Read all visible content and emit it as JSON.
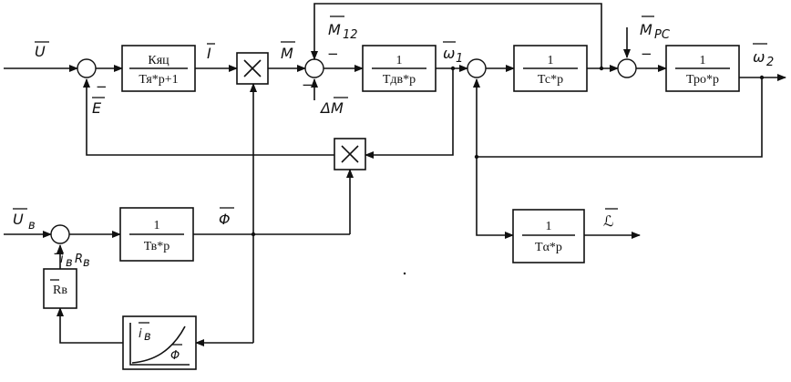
{
  "blocks": {
    "armature": {
      "num": "Кяц",
      "den": "Тя*p+1"
    },
    "motor": {
      "num": "1",
      "den": "Тдв*p"
    },
    "gear": {
      "num": "1",
      "den": "Тс*p"
    },
    "load": {
      "num": "1",
      "den": "Тро*p"
    },
    "field": {
      "num": "1",
      "den": "Тв*p"
    },
    "angle": {
      "num": "1",
      "den": "Тα*p"
    },
    "rb": {
      "label": "Rв"
    }
  },
  "signals": {
    "u": "U",
    "i": "I",
    "m": "M",
    "e": "E",
    "m12": "M",
    "m12_sub": "12",
    "dm": "ΔM",
    "w1": "ω",
    "w1_sub": "1",
    "mpc": "M",
    "mpc_sub": "PC",
    "w2": "ω",
    "w2_sub": "2",
    "uv": "U",
    "uv_sub": "в",
    "phi": "Φ",
    "alpha": "ℒ",
    "iv_rv": "i",
    "iv_sub": "в",
    "rv2": "R",
    "rv2_sub": "в",
    "curve_y": "i",
    "curve_y_sub": "в",
    "curve_x": "Φ"
  },
  "signs": {
    "minus": "−"
  }
}
